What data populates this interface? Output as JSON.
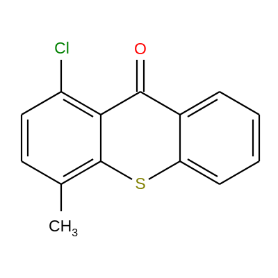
{
  "molecule": {
    "atoms": {
      "chlorine": {
        "symbol": "Cl",
        "color": "#008000"
      },
      "oxygen": {
        "symbol": "O",
        "color": "#ff0000"
      },
      "sulfur": {
        "symbol": "S",
        "color": "#808000"
      },
      "methyl": {
        "main": "CH",
        "subscript": "3",
        "color": "#000000"
      }
    },
    "bond_color": "#000000"
  }
}
